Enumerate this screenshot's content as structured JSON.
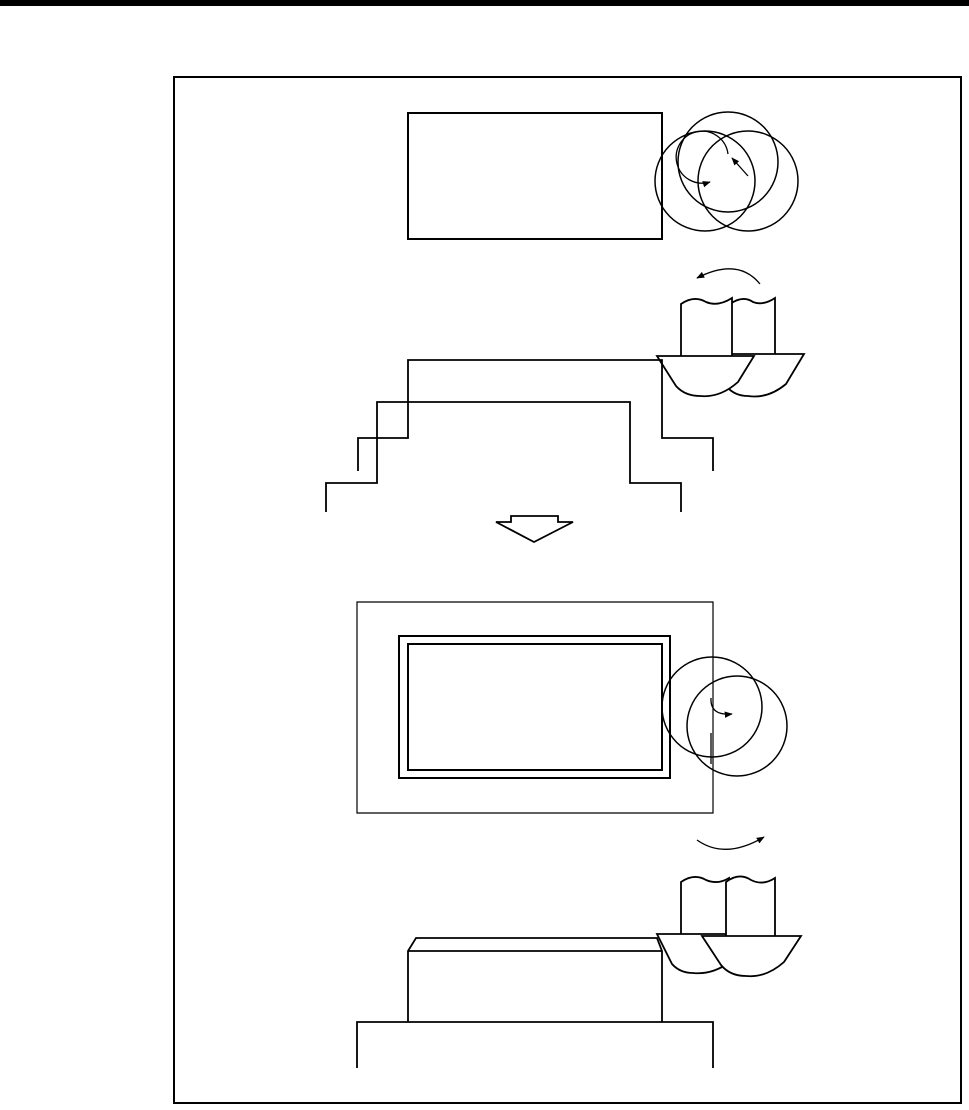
{
  "colors": {
    "stroke": "#000000",
    "background": "#ffffff"
  },
  "figure": {
    "panels": [
      {
        "name": "before",
        "parts": [
          "workpiece-top-view",
          "cutter-path-circles",
          "rotation-arrow-ccw",
          "two-cutters-side-view",
          "stepped-workpiece-side-view"
        ]
      },
      {
        "name": "after",
        "parts": [
          "workpiece-top-view-with-margin",
          "cutter-path-circles",
          "rotation-arrow-cw",
          "two-cutters-side-view",
          "block-workpiece-side-view"
        ]
      }
    ],
    "transition": "down-arrow"
  }
}
